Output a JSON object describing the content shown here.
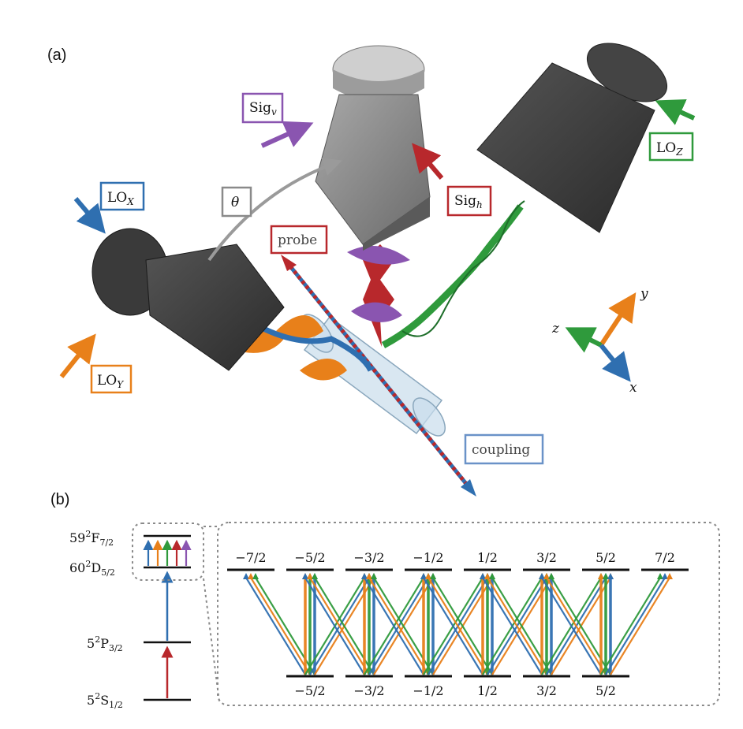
{
  "panels": {
    "a": "(a)",
    "b": "(b)"
  },
  "colors": {
    "blue": "#2f6fb0",
    "orange": "#e8801a",
    "green": "#2f9a3c",
    "purple": "#8a55b0",
    "red": "#b8282c",
    "gray": "#8a8a8a",
    "dark": "#3a3a3a"
  },
  "tags": {
    "lox": {
      "base": "LO",
      "sub": "X"
    },
    "loy": {
      "base": "LO",
      "sub": "Y"
    },
    "loz": {
      "base": "LO",
      "sub": "Z"
    },
    "sigv": {
      "base": "Sig",
      "sub": "v"
    },
    "sigh": {
      "base": "Sig",
      "sub": "h"
    },
    "theta": "θ",
    "probe": "probe",
    "coupling": "coupling"
  },
  "axes": {
    "x": "x",
    "y": "y",
    "z": "z"
  },
  "levels": {
    "f72": {
      "base": "59",
      "sup": "2",
      "mid": "F",
      "sub": "7/2"
    },
    "d52": {
      "base": "60",
      "sup": "2",
      "mid": "D",
      "sub": "5/2"
    },
    "p32": {
      "base": "5",
      "sup": "2",
      "mid": "P",
      "sub": "3/2"
    },
    "s12": {
      "base": "5",
      "sup": "2",
      "mid": "S",
      "sub": "1/2"
    }
  },
  "upper_mj": [
    "−7/2",
    "−5/2",
    "−3/2",
    "−1/2",
    "1/2",
    "3/2",
    "5/2",
    "7/2"
  ],
  "lower_mj": [
    "−5/2",
    "−3/2",
    "−1/2",
    "1/2",
    "3/2",
    "5/2"
  ]
}
